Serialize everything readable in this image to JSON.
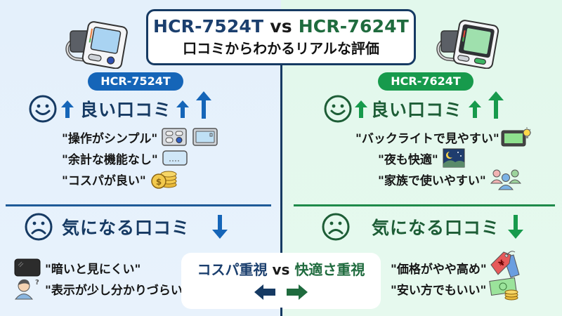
{
  "header": {
    "model_a": "HCR-7524T",
    "vs": "vs",
    "model_b": "HCR-7624T",
    "subtitle": "口コミからわかるリアルな評価"
  },
  "colors": {
    "left_bg": "#e4f0fb",
    "right_bg": "#e2f8ec",
    "left_accent": "#1565b8",
    "right_accent": "#179a4c",
    "left_text": "#163a63",
    "right_text": "#1d5d36"
  },
  "left": {
    "model_label": "HCR-7524T",
    "device_icon": "blood-pressure-monitor-blue",
    "good": {
      "heading": "良い口コミ",
      "face_icon": "smiley-face-icon",
      "items": [
        {
          "text": "\"操作がシンプル\"",
          "icons": [
            "button-panel-icon",
            "display-screen-icon"
          ]
        },
        {
          "text": "\"余計な機能なし\"",
          "icons": [
            "simple-display-icon"
          ]
        },
        {
          "text": "\"コスパが良い\"",
          "icons": [
            "coins-icon"
          ]
        }
      ]
    },
    "bad": {
      "heading": "気になる口コミ",
      "face_icon": "sad-face-icon",
      "items": [
        {
          "text": "\"暗いと見にくい\"",
          "icons": [
            "dark-screen-icon"
          ]
        },
        {
          "text": "\"表示が少し分かりづらい\"",
          "icons": [
            "confused-person-icon"
          ]
        }
      ]
    }
  },
  "right": {
    "model_label": "HCR-7624T",
    "device_icon": "blood-pressure-monitor-green",
    "good": {
      "heading": "良い口コミ",
      "face_icon": "smiley-face-icon",
      "items": [
        {
          "text": "\"バックライトで見やすい\"",
          "icons": [
            "backlit-screen-icon"
          ]
        },
        {
          "text": "\"夜も快適\"",
          "icons": [
            "night-moon-icon"
          ]
        },
        {
          "text": "\"家族で使いやすい\"",
          "icons": [
            "family-icon"
          ]
        }
      ]
    },
    "bad": {
      "heading": "気になる口コミ",
      "face_icon": "sad-face-icon",
      "items": [
        {
          "text": "\"価格がやや高め\"",
          "icons": [
            "price-tag-yen-icon"
          ]
        },
        {
          "text": "\"安い方でもいい\"",
          "icons": [
            "money-coins-icon"
          ]
        }
      ]
    }
  },
  "comparison": {
    "left_label": "コスパ重視",
    "vs": "vs",
    "right_label": "快適さ重視"
  }
}
